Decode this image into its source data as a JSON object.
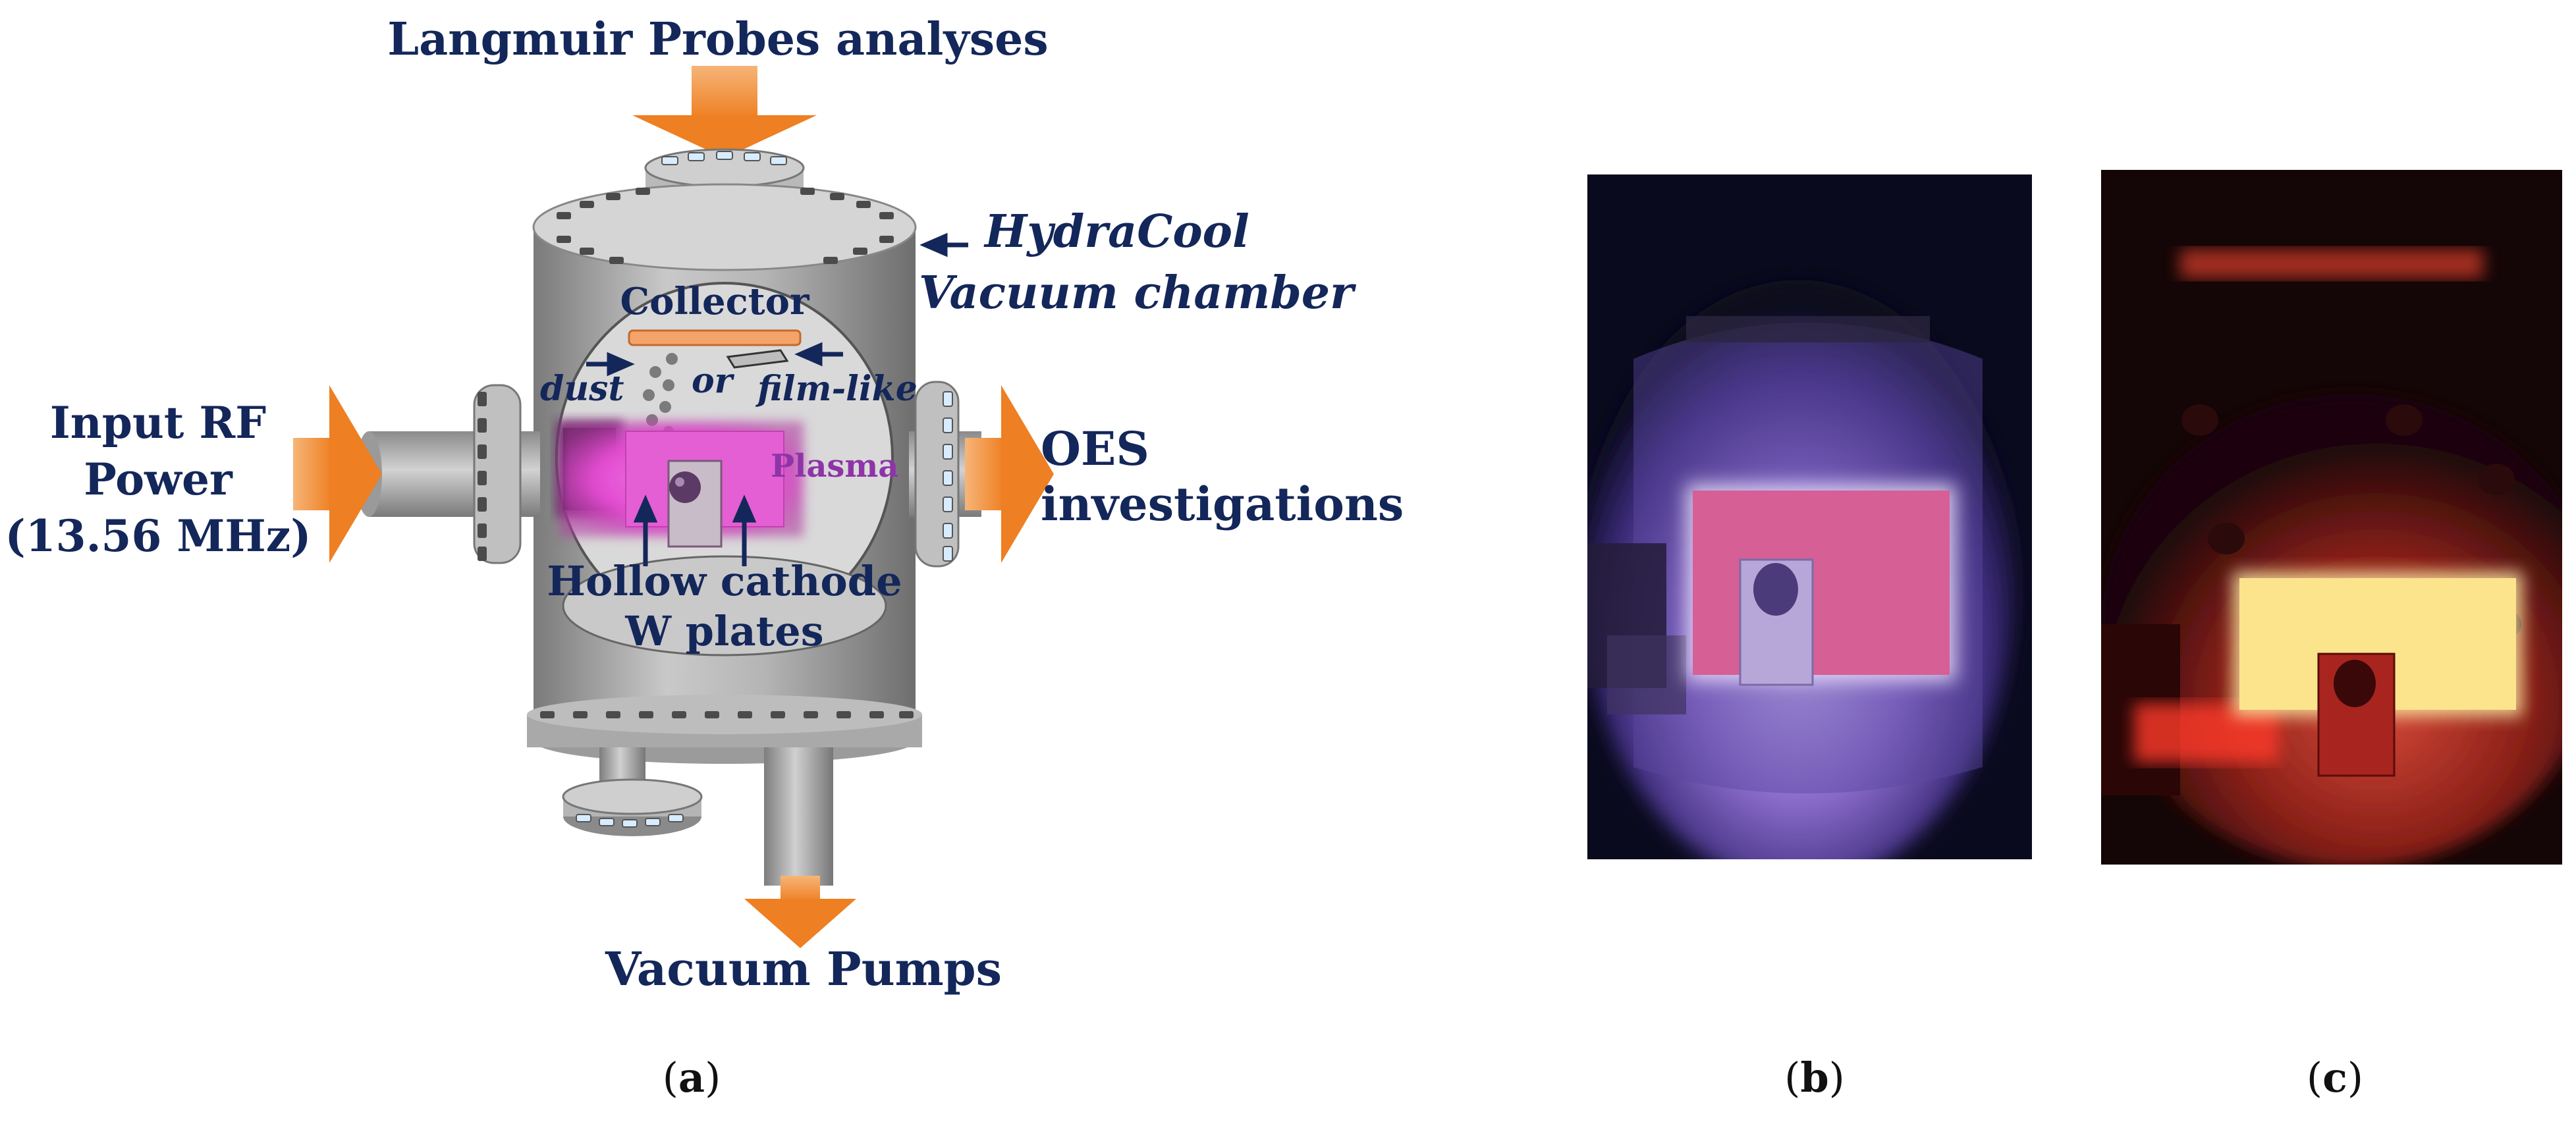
{
  "figure": {
    "panels": [
      {
        "id": "a",
        "caption_open": "(",
        "caption_letter": "a",
        "caption_close": ")"
      },
      {
        "id": "b",
        "caption_open": "(",
        "caption_letter": "b",
        "caption_close": ")"
      },
      {
        "id": "c",
        "caption_open": "(",
        "caption_letter": "c",
        "caption_close": ")"
      }
    ]
  },
  "diagram": {
    "top_label": "Langmuir Probes analyses",
    "chamber_label_line1": "HydraCool",
    "chamber_label_line2": "Vacuum chamber",
    "collector_label": "Collector",
    "dust_label": "dust",
    "or_label": "or",
    "film_label": "film-like",
    "plasma_label": "Plasma",
    "input_line1": "Input RF",
    "input_line2": "Power",
    "input_line3": "(13.56 MHz)",
    "oes_line1": "OES",
    "oes_line2": "investigations",
    "cathode_line1": "Hollow cathode",
    "cathode_line2": "W plates",
    "bottom_label": "Vacuum Pumps"
  },
  "colors": {
    "text_navy": "#14275a",
    "arrow_orange": "#f08a2c",
    "chamber_gray": "#9e9e9e",
    "plasma_pink": "#e24bd0",
    "plasma_label": "#8e34a8",
    "collector_orange": "#f4a46a",
    "photo_b_glow": "#b79af0",
    "photo_c_glow": "#ffe79a"
  }
}
